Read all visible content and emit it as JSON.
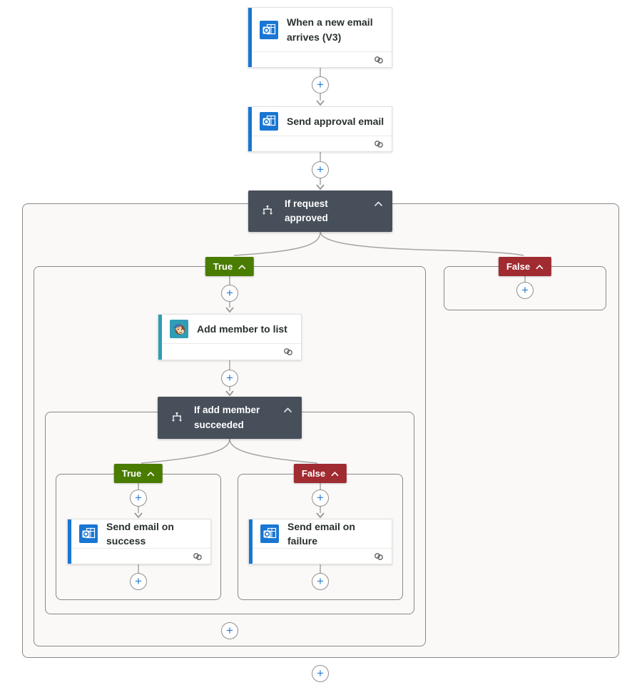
{
  "nodes": {
    "trigger": {
      "title": "When a new email arrives (V3)",
      "connector": "Office 365 Outlook"
    },
    "approval": {
      "title": "Send approval email",
      "connector": "Office 365 Outlook"
    },
    "condition_request": {
      "title": "If request approved"
    },
    "mailchimp": {
      "title": "Add member to list",
      "connector": "Mailchimp"
    },
    "condition_member": {
      "title": "If add member succeeded"
    },
    "success": {
      "title": "Send email on success",
      "connector": "Office 365 Outlook"
    },
    "failure": {
      "title": "Send email on failure",
      "connector": "Office 365 Outlook"
    }
  },
  "branches": {
    "request_true": {
      "label": "True"
    },
    "request_false": {
      "label": "False"
    },
    "member_true": {
      "label": "True"
    },
    "member_false": {
      "label": "False"
    }
  },
  "icons": {
    "plus": "+",
    "outlook": "outlook-icon",
    "mailchimp": "mailchimp-icon",
    "condition": "condition-branch-icon",
    "chevron": "chevron-up-icon",
    "connection": "connection-link-icon"
  },
  "colors": {
    "condition_header": "#474f5a",
    "true_badge": "#4a7c00",
    "false_badge": "#a02b30",
    "outlook_accent": "#1976d2",
    "mailchimp_accent": "#2f9db6",
    "plus_icon": "#2b7cd3",
    "connector_line": "#a6a4a2",
    "scope_border": "#8a8886",
    "scope_background": "#faf9f8"
  }
}
